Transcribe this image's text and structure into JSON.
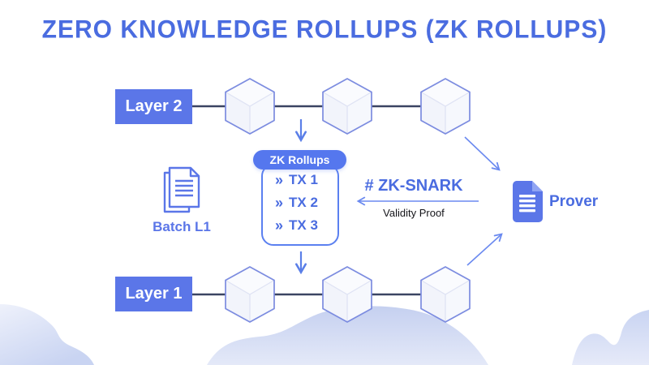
{
  "title": "ZERO KNOWLEDGE ROLLUPS (ZK ROLLUPS)",
  "layer2": {
    "label": "Layer 2"
  },
  "layer1": {
    "label": "Layer 1"
  },
  "rollup": {
    "header": "ZK Rollups",
    "chevron": "»",
    "transactions": [
      "TX 1",
      "TX 2",
      "TX 3"
    ]
  },
  "batch": {
    "label": "Batch L1",
    "icon": "stacked-documents-icon"
  },
  "snark": {
    "title": "# ZK-SNARK",
    "subtitle": "Validity Proof"
  },
  "prover": {
    "label": "Prover",
    "icon": "document-icon"
  },
  "icons": {
    "block": "cube-icon",
    "flow": "arrow-icon"
  },
  "colors": {
    "accent_text": "#4a6ce0",
    "box_blue": "#5b76e8",
    "pill_blue": "#5577ee",
    "chain_line": "#3a4462",
    "arrow_blue": "#5b7fe8",
    "arrow_light": "#6b8af0",
    "cube_stroke": "#7c8ce0",
    "wave_dark": "#c9d4f2",
    "wave_light": "#e9edfa"
  }
}
